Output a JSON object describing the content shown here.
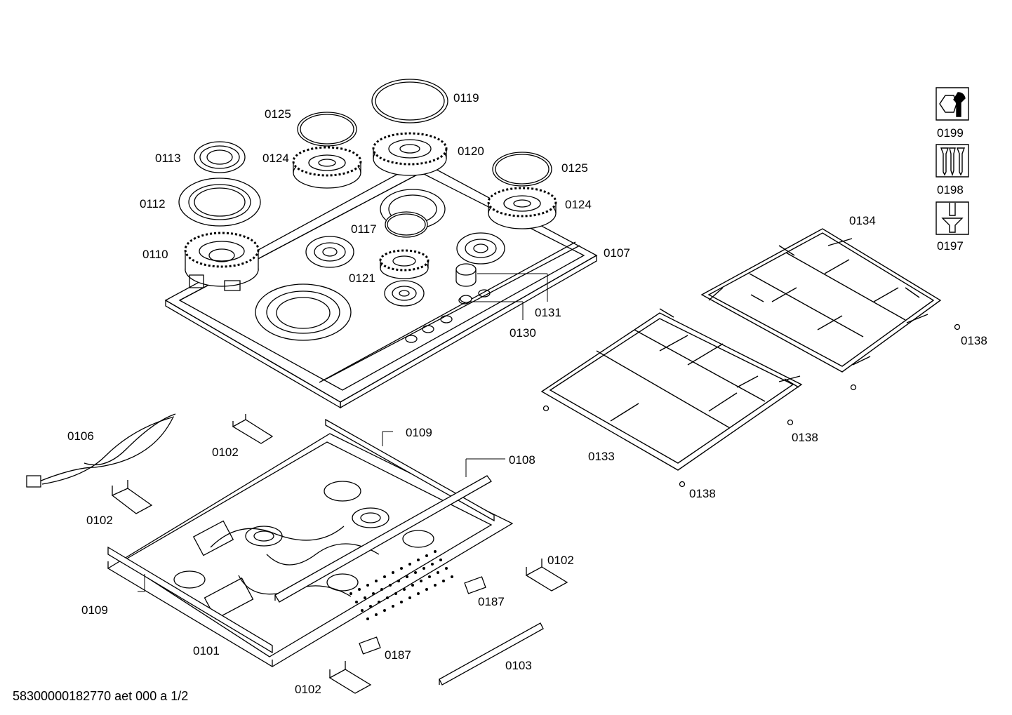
{
  "footer": {
    "text": "58300000182770 aet 000 a 1/2"
  },
  "parts": {
    "p0119": "0119",
    "p0125a": "0125",
    "p0113": "0113",
    "p0124a": "0124",
    "p0120": "0120",
    "p0125b": "0125",
    "p0112": "0112",
    "p0124b": "0124",
    "p0117": "0117",
    "p0110": "0110",
    "p0107": "0107",
    "p0121": "0121",
    "p0131": "0131",
    "p0130": "0130",
    "p0134": "0134",
    "p0138a": "0138",
    "p0106": "0106",
    "p0102a": "0102",
    "p0109a": "0109",
    "p0138b": "0138",
    "p0108": "0108",
    "p0133": "0133",
    "p0138c": "0138",
    "p0102b": "0102",
    "p0102c": "0102",
    "p0187a": "0187",
    "p0109b": "0109",
    "p0101": "0101",
    "p0187b": "0187",
    "p0103": "0103",
    "p0102d": "0102"
  },
  "tools": {
    "t0199": "0199",
    "t0198": "0198",
    "t0197": "0197"
  }
}
